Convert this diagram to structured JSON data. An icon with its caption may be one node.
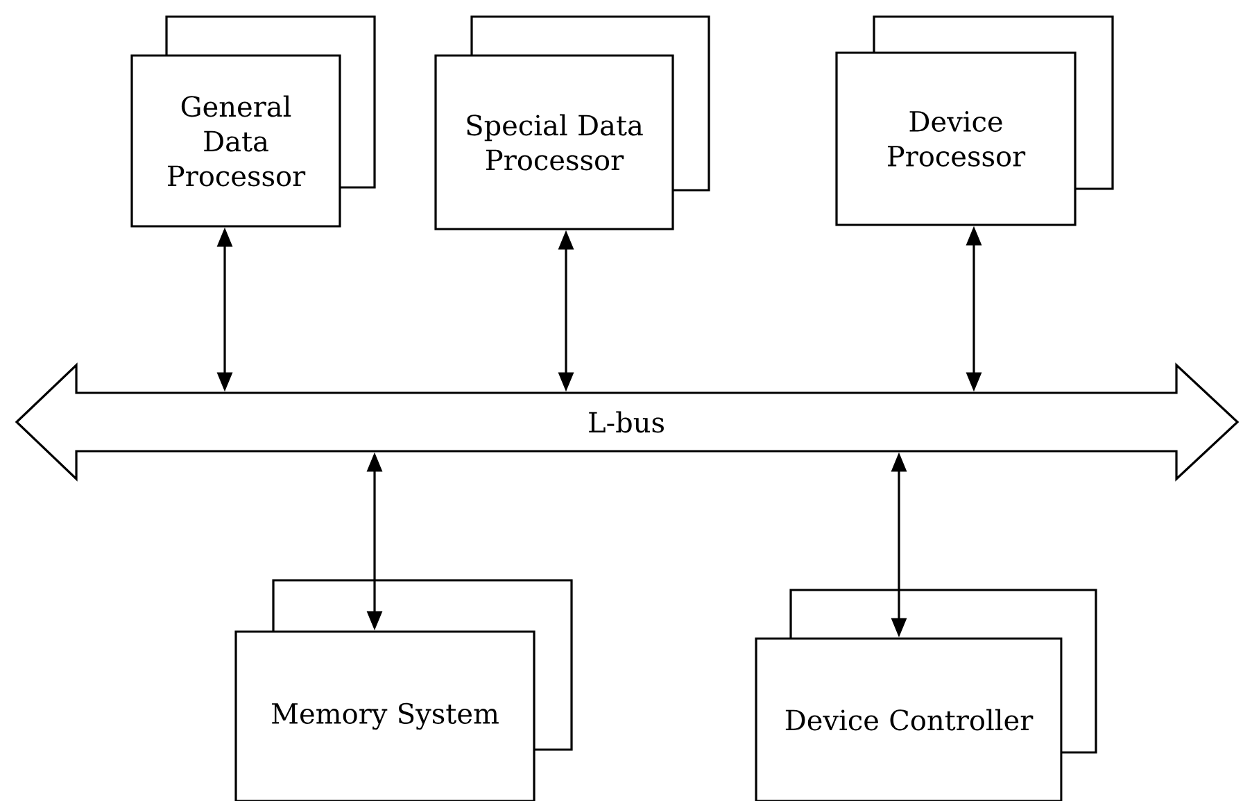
{
  "diagram": {
    "nodes": [
      {
        "text": [
          "General Data Processor"
        ]
      },
      {
        "text": [
          "Special Data Processor"
        ]
      },
      {
        "text": [
          "Device Processor"
        ]
      },
      {
        "text": [
          "L-bus"
        ]
      },
      {
        "text": [
          "Memory System"
        ]
      },
      {
        "text": [
          "Device Controller"
        ]
      }
    ],
    "edges": [
      {
        "from": 0,
        "to": 3,
        "arrow": "both"
      },
      {
        "from": 1,
        "to": 3,
        "arrow": "both"
      },
      {
        "from": 2,
        "to": 3,
        "arrow": "both"
      },
      {
        "from": 4,
        "to": 3,
        "arrow": "both"
      },
      {
        "from": 5,
        "to": 3,
        "arrow": "both"
      }
    ]
  }
}
